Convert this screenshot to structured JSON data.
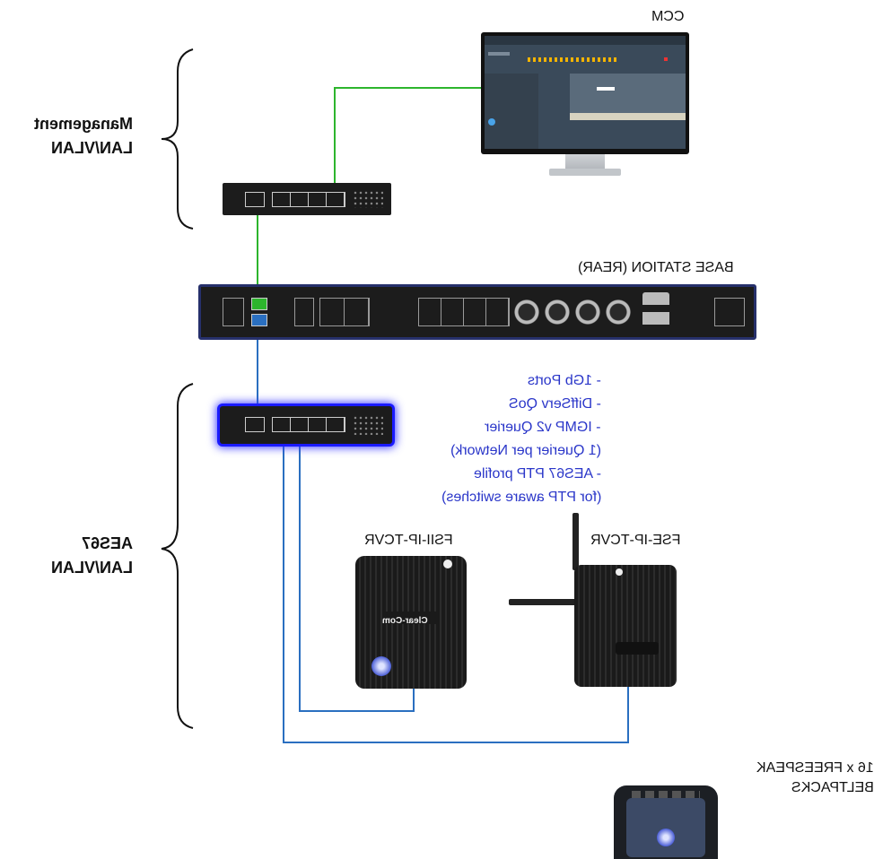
{
  "labels": {
    "ccm": "CCM",
    "management_line1": "Management",
    "management_line2": "LAN/VLAN",
    "base_station": "BASE STATION  (REAR)",
    "aes67_line1": "AES67",
    "aes67_line2": "LAN/VLAN",
    "fsii": "FSII-IP-TCVR",
    "fse": "FSE-IP-TCVR",
    "beltpack_line1": "16 x FREESPEAK",
    "beltpack_line2": "BELTPACKS",
    "brand": "Clear-Com"
  },
  "specs": [
    "- 1Gb Ports",
    "- DiffServ QoS",
    "- IGMP v2 Querier",
    "(1 Querier per Network)",
    "- AES67 PTP profile",
    "(for PTP aware switches)"
  ],
  "colors": {
    "management_link": "#2db52d",
    "aes67_link": "#2a6fc0",
    "highlight_glow": "#1a1aff",
    "spec_text": "#2a36c9",
    "device_body": "#1a1a1a",
    "base_station_border": "#26306b"
  }
}
